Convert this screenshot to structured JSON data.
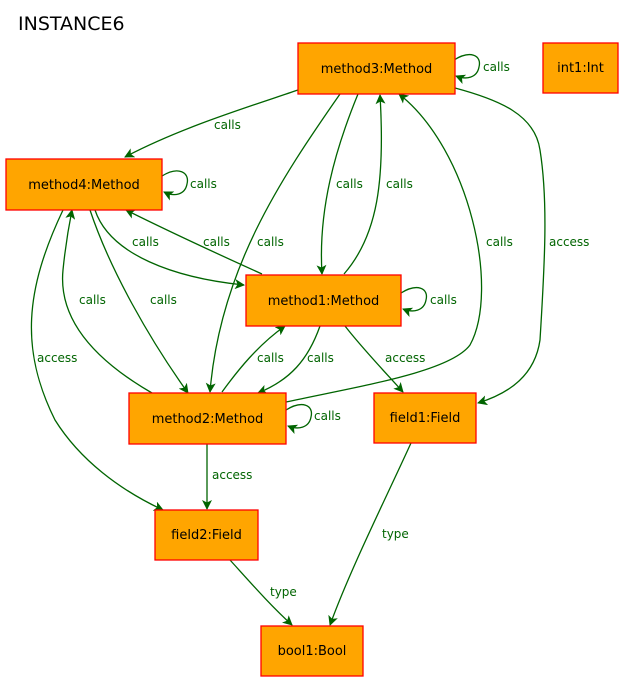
{
  "title": "INSTANCE6",
  "colors": {
    "node_fill": "#ffa500",
    "node_border": "#ff0000",
    "edge": "#006400",
    "text": "#000000"
  },
  "nodes": [
    {
      "id": "method3",
      "label": "method3:Method"
    },
    {
      "id": "int1",
      "label": "int1:Int"
    },
    {
      "id": "method4",
      "label": "method4:Method"
    },
    {
      "id": "method1",
      "label": "method1:Method"
    },
    {
      "id": "method2",
      "label": "method2:Method"
    },
    {
      "id": "field1",
      "label": "field1:Field"
    },
    {
      "id": "field2",
      "label": "field2:Field"
    },
    {
      "id": "bool1",
      "label": "bool1:Bool"
    }
  ],
  "edges": [
    {
      "from": "method3",
      "to": "method3",
      "label": "calls"
    },
    {
      "from": "method3",
      "to": "method4",
      "label": "calls"
    },
    {
      "from": "method4",
      "to": "method4",
      "label": "calls"
    },
    {
      "from": "method3",
      "to": "method1",
      "label": "calls"
    },
    {
      "from": "method1",
      "to": "method3",
      "label": "calls"
    },
    {
      "from": "method3",
      "to": "method2",
      "label": "calls"
    },
    {
      "from": "method2",
      "to": "method3",
      "label": "calls"
    },
    {
      "from": "method3",
      "to": "field1",
      "label": "access"
    },
    {
      "from": "method4",
      "to": "method1",
      "label": "calls"
    },
    {
      "from": "method1",
      "to": "method4",
      "label": "calls"
    },
    {
      "from": "method2",
      "to": "method4",
      "label": "calls"
    },
    {
      "from": "method4",
      "to": "method2",
      "label": "calls"
    },
    {
      "from": "method4",
      "to": "field2",
      "label": "access"
    },
    {
      "from": "method1",
      "to": "method1",
      "label": "calls"
    },
    {
      "from": "method2",
      "to": "method1",
      "label": "calls"
    },
    {
      "from": "method1",
      "to": "method2",
      "label": "calls"
    },
    {
      "from": "method1",
      "to": "field1",
      "label": "access"
    },
    {
      "from": "method2",
      "to": "method2",
      "label": "calls"
    },
    {
      "from": "method2",
      "to": "field2",
      "label": "access"
    },
    {
      "from": "field1",
      "to": "bool1",
      "label": "type"
    },
    {
      "from": "field2",
      "to": "bool1",
      "label": "type"
    }
  ]
}
